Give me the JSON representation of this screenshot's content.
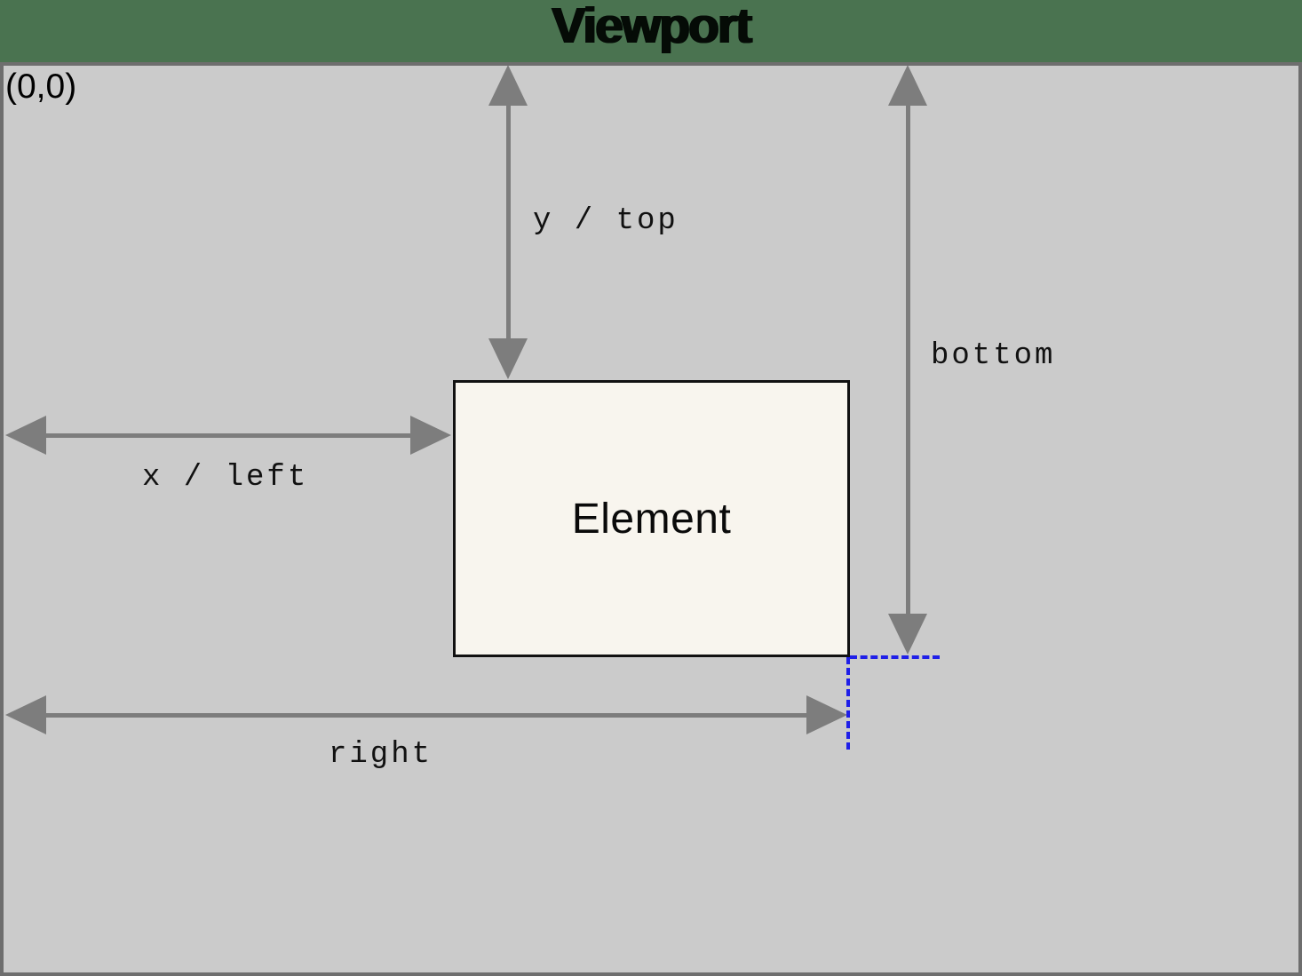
{
  "title": "Viewport",
  "viewport": {
    "origin_label": "(0,0)"
  },
  "element": {
    "label": "Element"
  },
  "measurements": {
    "y_top": "y / top",
    "bottom": "bottom",
    "x_left": "x / left",
    "right": "right"
  },
  "colors": {
    "background_green": "#4a7350",
    "viewport_fill": "#cbcbcb",
    "viewport_border": "#6e6e6e",
    "element_fill": "#f8f5ee",
    "element_border": "#111111",
    "arrow_gray": "#7d7d7d",
    "guide_blue": "#1f1fe8",
    "text_black": "#000000"
  }
}
